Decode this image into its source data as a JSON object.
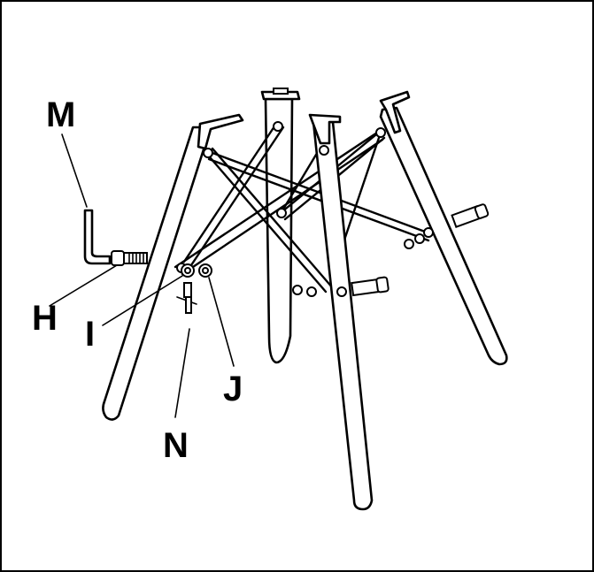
{
  "labels": {
    "allen_key": "M",
    "bolt": "H",
    "washer": "I",
    "nut": "J",
    "pin": "N"
  },
  "colors": {
    "line": "#000000",
    "background": "#ffffff"
  }
}
